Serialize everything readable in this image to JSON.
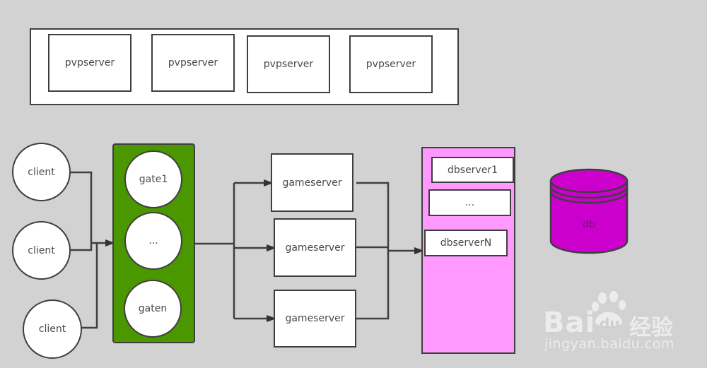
{
  "colors": {
    "background": "#d2d2d2",
    "gate_group": "#4a9700",
    "db_group": "#ff99ff",
    "db_cylinder": "#cc00cc",
    "stroke": "#3f3f3f"
  },
  "pvp_group": {
    "servers": [
      "pvpserver",
      "pvpserver",
      "pvpserver",
      "pvpserver"
    ]
  },
  "clients": [
    "client",
    "client",
    "client"
  ],
  "gate_group": {
    "gates": [
      "gate1",
      "...",
      "gaten"
    ]
  },
  "gameservers": [
    "gameserver",
    "gameserver",
    "gameserver"
  ],
  "db_group": {
    "servers": [
      "dbserver1",
      "...",
      "dbserverN"
    ]
  },
  "database": {
    "label": "db"
  },
  "watermark": {
    "logo_text_left": "Bai",
    "logo_text_paw": "du",
    "logo_text_cn": "经验",
    "url": "jingyan.baidu.com"
  }
}
